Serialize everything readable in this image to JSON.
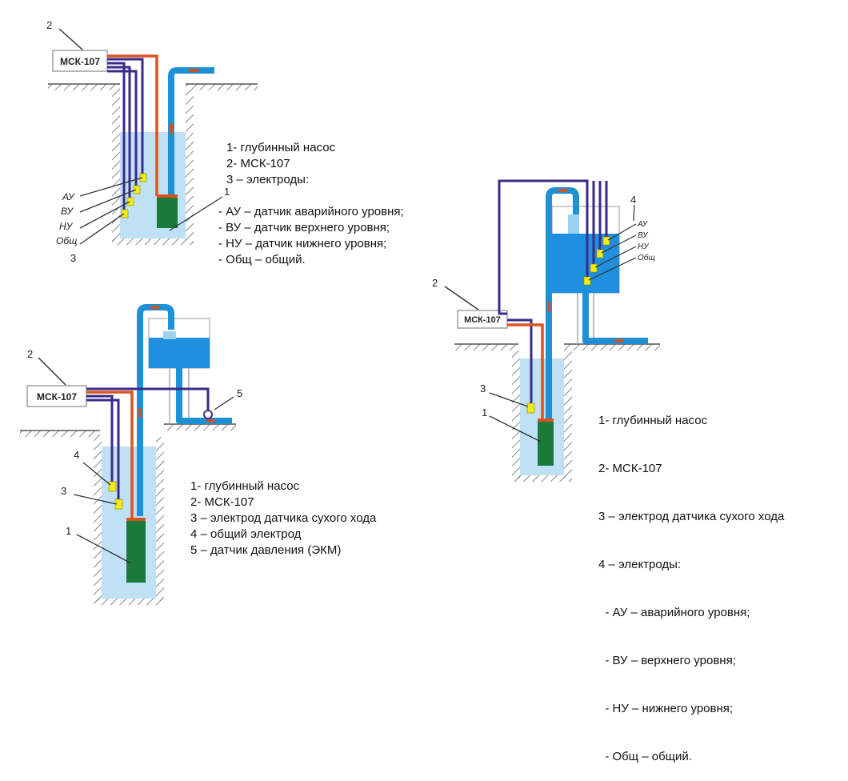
{
  "colors": {
    "water": "#bfe0f5",
    "pipe": "#1e90d6",
    "tank": "#1f8fe0",
    "pump": "#1a7a3c",
    "wire_red": "#d8561e",
    "wire_purple": "#3b2a8a",
    "sensor": "#f2ea1a"
  },
  "diagram_a": {
    "controller": "МСК-107",
    "callout_2": "2",
    "callout_1": "1",
    "callout_3": "3",
    "electrodes": [
      "АУ",
      "ВУ",
      "НУ",
      "Общ"
    ],
    "legend": [
      "1- глубинный насос",
      "2- МСК-107",
      "3 – электроды:",
      "",
      "- АУ – датчик аварийного уровня;",
      "- ВУ – датчик верхнего уровня;",
      "- НУ – датчик нижнего уровня;",
      "- Общ – общий."
    ]
  },
  "diagram_b": {
    "controller": "МСК-107",
    "callout_2": "2",
    "callout_1": "1",
    "callout_3": "3",
    "callout_4": "4",
    "callout_5": "5",
    "legend": [
      "1- глубинный насос",
      "2- МСК-107",
      "3 – электрод датчика сухого хода",
      "4 – общий электрод",
      "5 – датчик давления (ЭКМ)"
    ]
  },
  "diagram_c": {
    "controller": "МСК-107",
    "callout_2": "2",
    "callout_1": "1",
    "callout_3": "3",
    "callout_4": "4",
    "electrodes": [
      "АУ",
      "ВУ",
      "НУ",
      "Общ"
    ],
    "legend": [
      "1- глубинный насос",
      "2- МСК-107",
      "3 – электрод датчика сухого хода",
      "4 – электроды:",
      "  - АУ – аварийного уровня;",
      "  - ВУ – верхнего уровня;",
      "  - НУ – нижнего уровня;",
      "  - Общ – общий."
    ]
  }
}
